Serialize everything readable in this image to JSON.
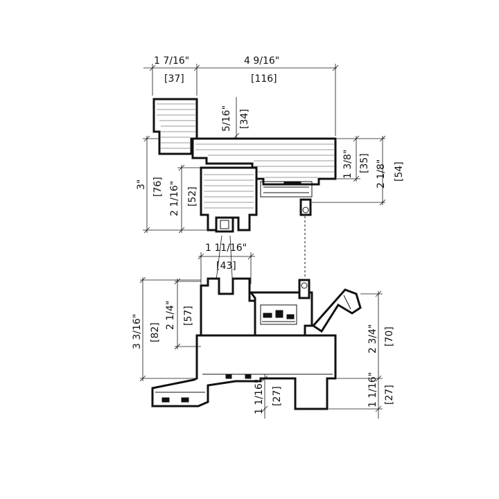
{
  "dimensions": {
    "top_left_in": "1 7/16\"",
    "top_left_mm": "[37]",
    "top_right_in": "4 9/16\"",
    "top_right_mm": "[116]",
    "small_in": "5/16\"",
    "small_mm": "[34]",
    "right_a_in": "1 3/8\"",
    "right_a_mm": "[35]",
    "right_b_in": "2 1/8\"",
    "right_b_mm": "[54]",
    "left_a_in": "3\"",
    "left_a_mm": "[76]",
    "left_b_in": "2 1/16\"",
    "left_b_mm": "[52]",
    "mid_in": "1 11/16\"",
    "mid_mm": "[43]",
    "lower_left_a_in": "3 3/16\"",
    "lower_left_a_mm": "[82]",
    "lower_left_b_in": "2 1/4\"",
    "lower_left_b_mm": "[57]",
    "lower_right_in": "2 3/4\"",
    "lower_right_mm": "[70]",
    "bottom_mid_in": "1 1/16\"",
    "bottom_mid_mm": "[27]",
    "bottom_right_in": "1 1/16\"",
    "bottom_right_mm": "[27]"
  }
}
